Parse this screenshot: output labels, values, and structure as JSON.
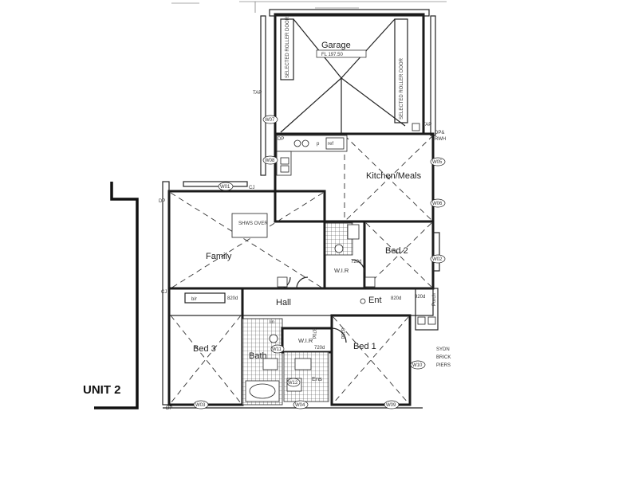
{
  "plan": {
    "unit_label": "UNIT 2",
    "rooms": {
      "garage": "Garage",
      "garage_fl": "FL 197.50",
      "kitchen": "Kitchen/Meals",
      "family": "Family",
      "bed2": "Bed 2",
      "bed3": "Bed 3",
      "bed1": "Bed 1",
      "hall": "Hall",
      "ent": "Ent",
      "bath": "Bath",
      "wir1": "W.I.R",
      "wir2": "W.I.R",
      "ens": "Ens",
      "porch": "Porch"
    },
    "notes": {
      "roller_door_left": "SELECTED ROLLER DOOR",
      "roller_door_right": "SELECTED ROLLER DOOR",
      "shws_over": "SHWS OVER",
      "tap1": "TAP",
      "tap2": "TAP",
      "dp1": "DP",
      "dp2": "DP",
      "dp3": "DP",
      "dp_rwh": "DP&",
      "rwh": "RWH",
      "lin": "lin",
      "blr": "b/r",
      "ref": "ref",
      "p": "p",
      "cj1": "CJ",
      "cj2": "CJ",
      "d720_1": "720d",
      "d720_2": "720d",
      "d820_1": "820d",
      "d820_2": "820d",
      "d820_3": "820d",
      "d870": "870d",
      "d920": "920d",
      "brick_note_1": "SYDN",
      "brick_note_2": "BRICK",
      "brick_note_3": "PIERS"
    },
    "window_tags": [
      "W08",
      "W07",
      "W01",
      "W05",
      "W06",
      "W02",
      "W03",
      "W04",
      "W09",
      "W10",
      "W11",
      "W12"
    ]
  }
}
